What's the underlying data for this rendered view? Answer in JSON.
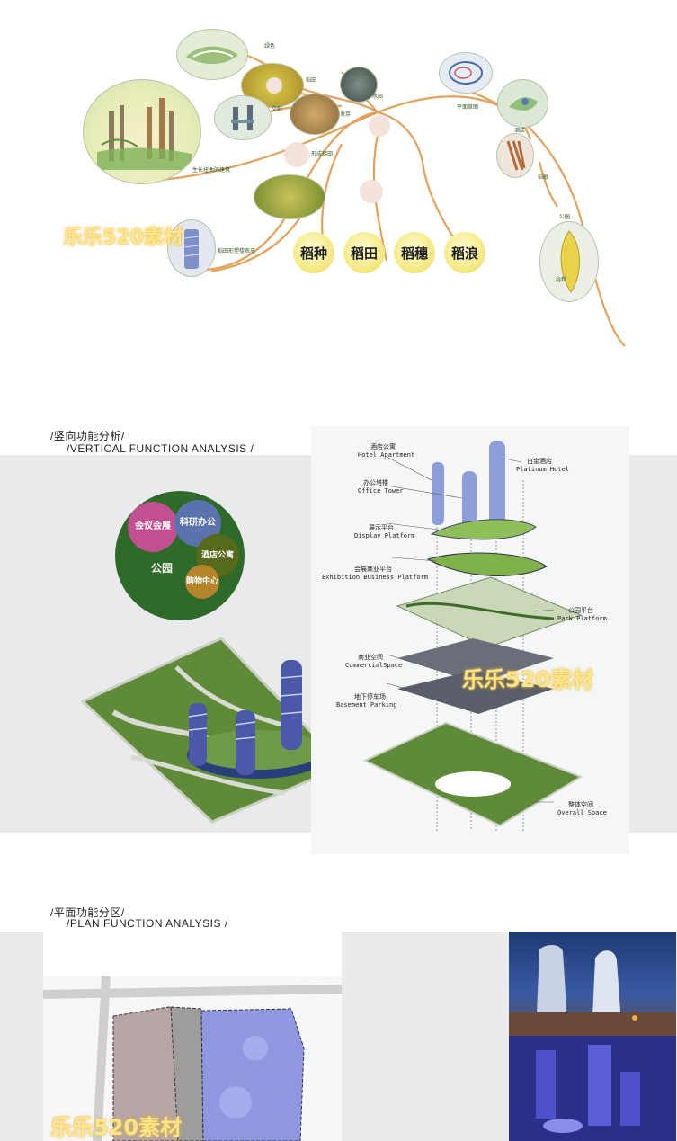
{
  "section1": {
    "bubbles": {
      "tree_tower_label": "生长扭曲的建筑",
      "green_label": "绿色",
      "rice_field_label": "稻田",
      "water_label": "水田",
      "grain_label": "发芽",
      "frame_label": "交织",
      "plan_label": "平面草图",
      "floor_label": "酒店",
      "roots_label": "稻根",
      "stalk_label": "公园",
      "rice_grain_label": "谷粒",
      "tower_label": "稻田形塑楼表皮",
      "terrace_label": "形成梯田"
    },
    "rice_chips": [
      "稻种",
      "稻田",
      "稻穗",
      "稻浪"
    ],
    "watermark": "乐乐520素材",
    "colors": {
      "stem": "#e0a25c",
      "chip": "#f6ec8e"
    }
  },
  "section2": {
    "title_cn": "/竖向功能分析/",
    "title_en": "/VERTICAL FUNCTION ANALYSIS  /",
    "venn": {
      "outer_label": "公园",
      "meeting": "会议会展",
      "research": "科研办公",
      "hotel": "酒店公寓",
      "shopping": "购物中心"
    },
    "layers": [
      {
        "cn": "酒店公寓",
        "en": "Hotel Apartment"
      },
      {
        "cn": "白金酒店",
        "en": "Platinum Hotel"
      },
      {
        "cn": "办公塔楼",
        "en": "Office Tower"
      },
      {
        "cn": "展示平台",
        "en": "Display Platform"
      },
      {
        "cn": "会展商业平台",
        "en": "Exhibition Business Platform"
      },
      {
        "cn": "公园平台",
        "en": "Park Platform"
      },
      {
        "cn": "商业空间",
        "en": "CommercialSpace"
      },
      {
        "cn": "地下停车场",
        "en": "Basement Parking"
      },
      {
        "cn": "整体空间",
        "en": "Overall Space"
      }
    ],
    "watermark": "乐乐520素材",
    "colors": {
      "park": "#2f6a2a",
      "meeting": "#c0508f",
      "research": "#5a73ad",
      "hotel": "#556a1a",
      "shopping": "#b4852a"
    }
  },
  "section3": {
    "title_cn": "/平面功能分区/",
    "title_en": "/PLAN FUNCTION ANALYSIS  /",
    "watermark": "乐乐520素材"
  }
}
